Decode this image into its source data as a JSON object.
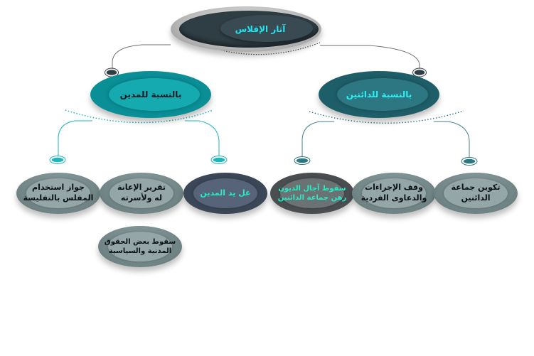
{
  "diagram": {
    "root": {
      "label": "آثار الإفلاس"
    },
    "branches": [
      {
        "id": "creditors",
        "label": "بالنسبة للدائنين",
        "color": "#2c7782",
        "children": [
          {
            "label_line1": "تكوين جماعة",
            "label_line2": "الدائنين"
          },
          {
            "label_line1": "وقف الإجراءات",
            "label_line2": "والدعاوى الفردية"
          },
          {
            "label_line1": "سقوط آجال الديون",
            "label_line2": "رهن جماعة الدائنين"
          }
        ]
      },
      {
        "id": "debtor",
        "label": "بالنسبة للمدين",
        "color": "#14aab0",
        "children": [
          {
            "label_line1": "غل يد المدين",
            "label_line2": ""
          },
          {
            "label_line1": "تقرير الإعانة",
            "label_line2": "له ولأسرته"
          },
          {
            "label_line1": "جواز استخدام",
            "label_line2": "المفلس بالتفليسة"
          },
          {
            "label_line1": "سقوط بعض الحقوق",
            "label_line2": "المدنية والسياسية"
          }
        ]
      }
    ],
    "colors": {
      "root_fill": "#2f3d44",
      "root_text": "#1fe6ee",
      "debtor_fill": "#0a8f96",
      "creditors_fill": "#1e5e68",
      "accent_text": "#25eec6",
      "connector_grey": "#6b7274",
      "connector_teal": "#1fb5bd",
      "connector_slate": "#3f7f89"
    }
  }
}
